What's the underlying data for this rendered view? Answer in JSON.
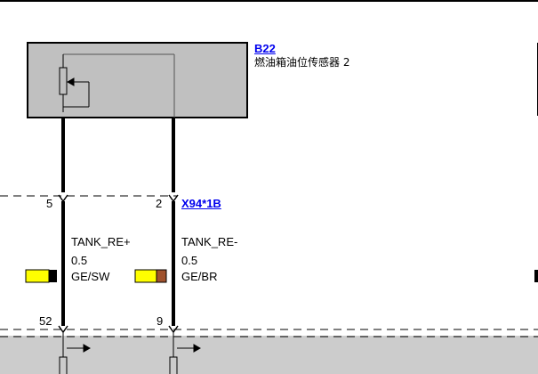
{
  "component": {
    "id": "B22",
    "name": "燃油箱油位传感器 2",
    "fill_color": "#c0c0c0"
  },
  "connector_top": {
    "id": "X94*1B",
    "pins": [
      "5",
      "2"
    ]
  },
  "connector_bottom": {
    "pins": [
      "52",
      "9"
    ]
  },
  "wires": [
    {
      "signal": "TANK_RE+",
      "gauge": "0.5",
      "color_code": "GE/SW",
      "swatch_main": "#ffff00",
      "swatch_stripe": "#000000"
    },
    {
      "signal": "TANK_RE-",
      "gauge": "0.5",
      "color_code": "GE/BR",
      "swatch_main": "#ffff00",
      "swatch_stripe": "#a0522d"
    }
  ],
  "colors": {
    "link": "#0000ee",
    "bottom_band": "#cccccc",
    "wire": "#000000"
  }
}
